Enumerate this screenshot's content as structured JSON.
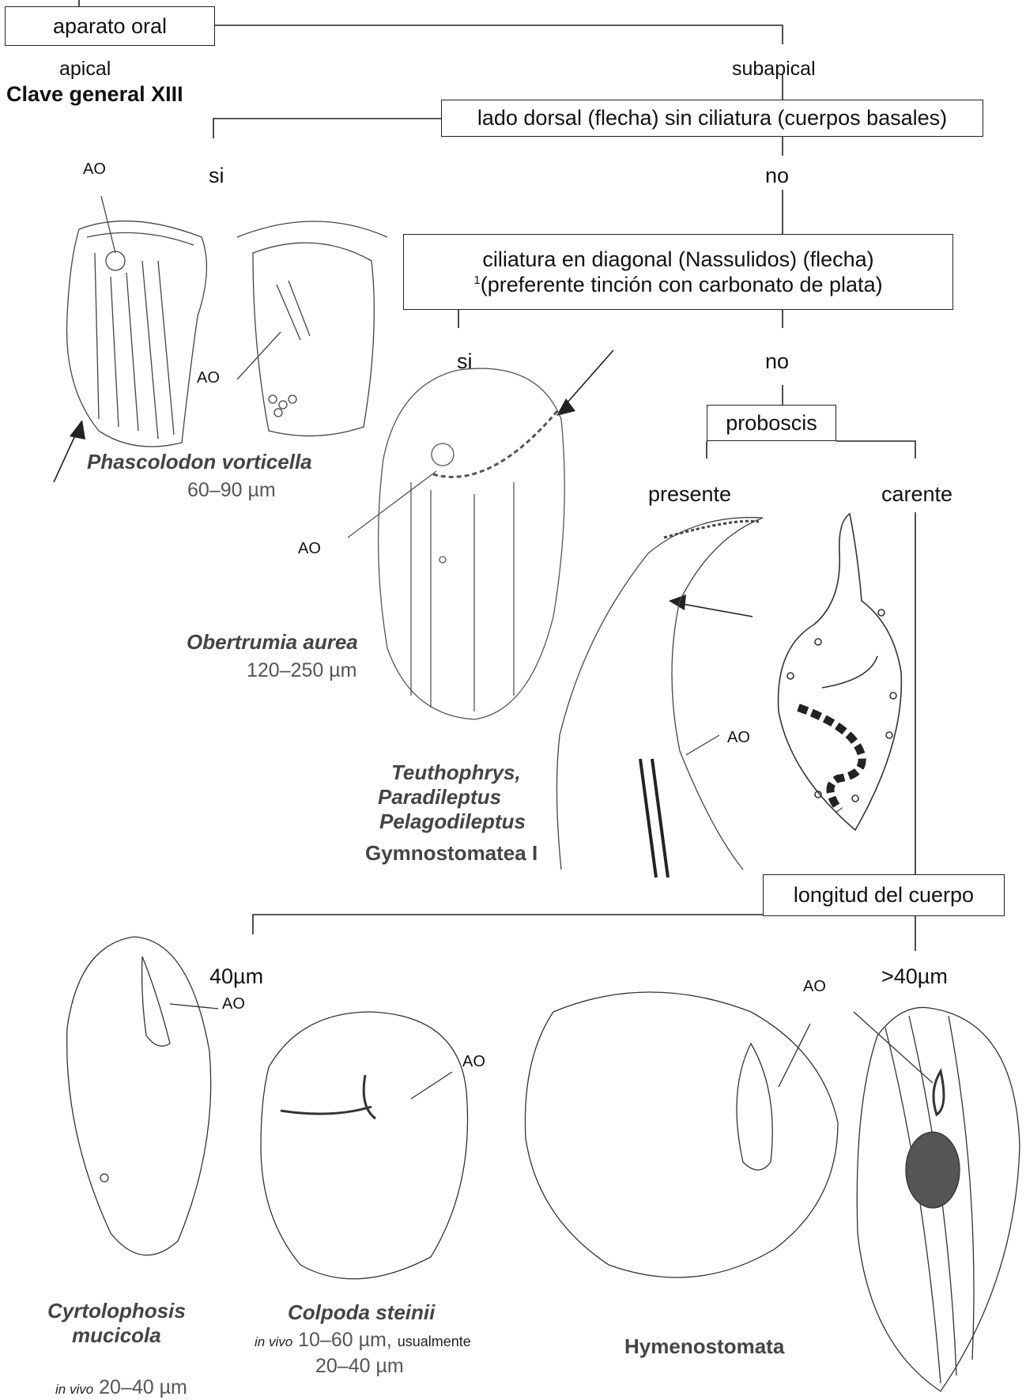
{
  "title": "Clave general XIII",
  "nodes": {
    "oral": "aparato oral",
    "oral_left": "apical",
    "oral_right": "subapical",
    "dorsal": "lado dorsal (flecha) sin ciliatura (cuerpos basales)",
    "dorsal_yes": "si",
    "dorsal_no": "no",
    "diag_line1": "ciliatura  en diagonal (Nassulidos)   (flecha)",
    "diag_sup": "1",
    "diag_line2": "(preferente tinción con carbonato de plata)",
    "diag_yes": "si",
    "diag_no": "no",
    "proboscis": "proboscis",
    "prob_yes": "presente",
    "prob_no": "carente",
    "length": "longitud del cuerpo",
    "len_small": "40µm",
    "len_big": ">40µm"
  },
  "ao_label": "AO",
  "taxa": {
    "phascolodon": {
      "name": "Phascolodon vorticella",
      "size": "60–90 µm"
    },
    "obertrumia": {
      "name": "Obertrumia aurea",
      "size": "120–250 µm"
    },
    "teutho": {
      "line1": "Teuthophrys,",
      "line2": "Paradileptus",
      "line3": "Pelagodileptus",
      "group": "Gymnostomatea I"
    },
    "cyrtolophosis": {
      "line1": "Cyrtolophosis",
      "line2": "mucicola",
      "prefix": "in vivo",
      "size": "20–40 µm"
    },
    "colpoda": {
      "name": "Colpoda steinii",
      "prefix": "in vivo",
      "size": "10–60 µm,",
      "note": "usualmente",
      "size2": "20–40 µm"
    },
    "hymeno": {
      "group": "Hymenostomata"
    }
  }
}
